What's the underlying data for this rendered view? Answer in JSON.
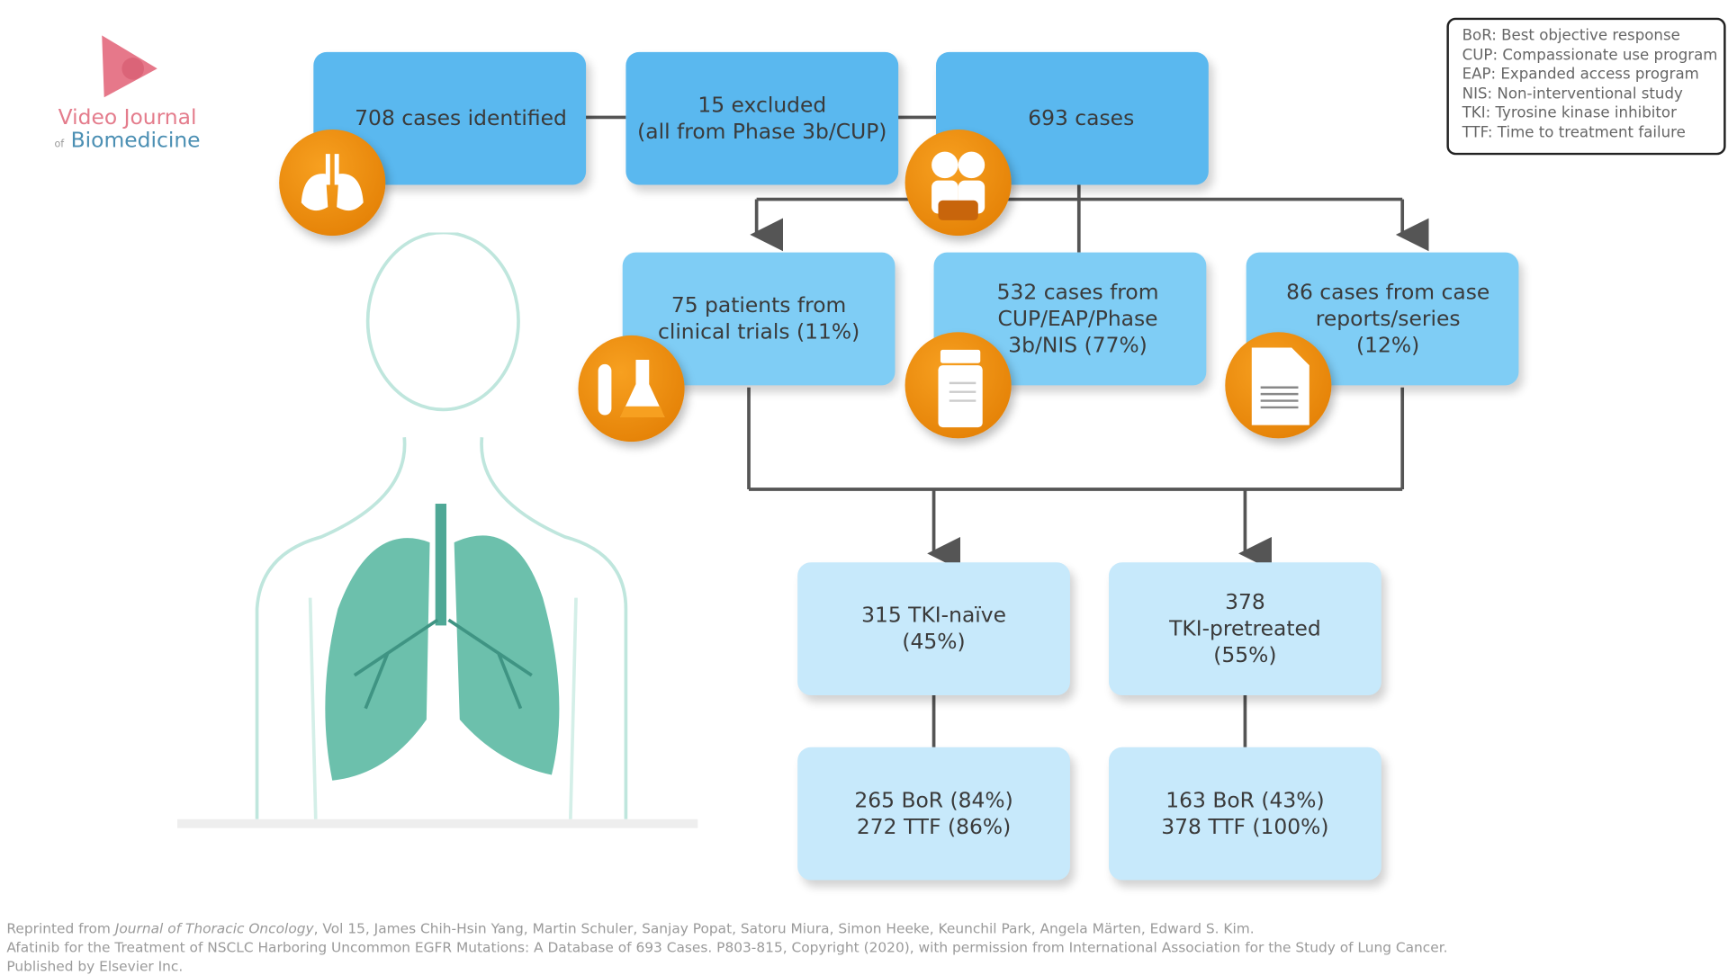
{
  "logo": {
    "line1": "Video Journal",
    "of": "of",
    "line2": "Biomedicine"
  },
  "flow": {
    "identified": "708 cases identified",
    "excluded": "15 excluded\n(all from Phase 3b/CUP)",
    "total": "693 cases",
    "clinical_trials": "75 patients from\nclinical trials (11%)",
    "cup_eap": "532 cases from\nCUP/EAP/Phase\n3b/NIS (77%)",
    "case_reports": "86 cases from case\nreports/series\n(12%)",
    "tki_naive": "315 TKI-naïve\n(45%)",
    "tki_pretreated": "378\nTKI-pretreated\n(55%)",
    "naive_outcome": "265 BoR (84%)\n272 TTF (86%)",
    "pretreated_outcome": "163 BoR (43%)\n378 TTF (100%)"
  },
  "legend": [
    "BoR: Best objective response",
    "CUP: Compassionate use program",
    "EAP: Expanded access program",
    "NIS: Non-interventional study",
    "TKI: Tyrosine kinase inhibitor",
    "TTF: Time to treatment failure"
  ],
  "footer": {
    "prefix": "Reprinted from ",
    "journal": "Journal of Thoracic Oncology",
    "line1_rest": ", Vol 15, James Chih-Hsin Yang, Martin Schuler, Sanjay Popat, Satoru Miura, Simon Heeke, Keunchil Park, Angela Märten, Edward S. Kim.",
    "line2": "Afatinib for the Treatment of NSCLC  Harboring Uncommon EGFR Mutations: A Database of 693 Cases. P803-815, Copyright (2020), with permission from International Association for the Study of Lung Cancer.",
    "line3": "Published by Elsevier Inc."
  },
  "colors": {
    "top_box": "#5ab8ef",
    "mid_box": "#7fcdf5",
    "bottom_box": "#c7e9fb",
    "icon": "#f0900f",
    "lung": "#6cc0ac"
  }
}
